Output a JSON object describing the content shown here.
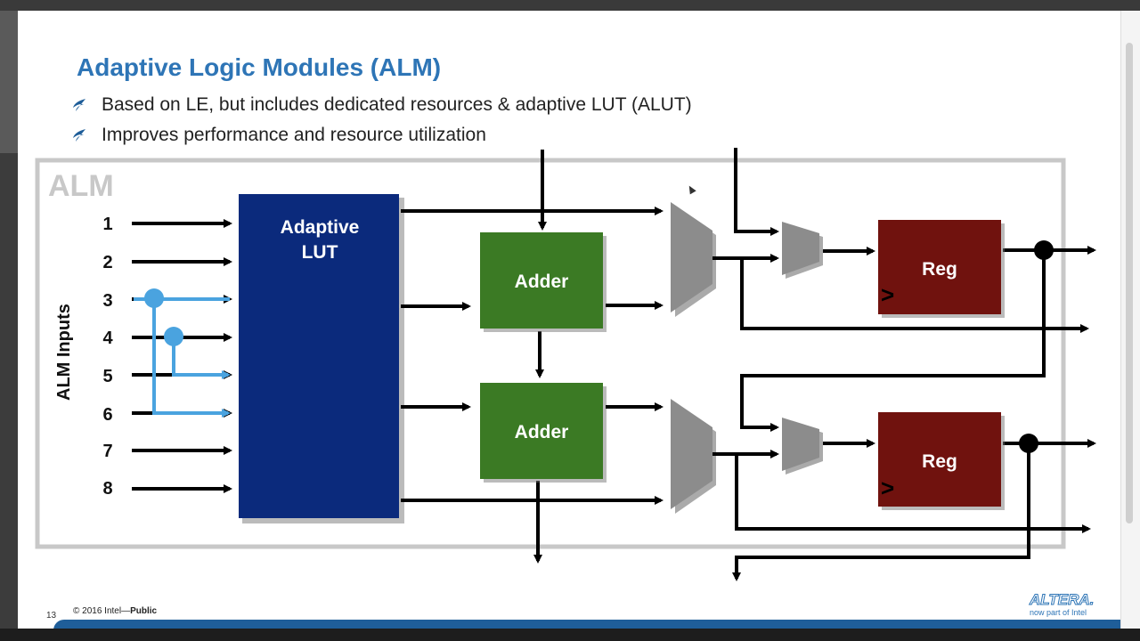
{
  "slide": {
    "title": "Adaptive Logic Modules (ALM)",
    "bullets": [
      "Based on LE, but includes dedicated resources & adaptive LUT (ALUT)",
      "Improves performance and resource utilization"
    ]
  },
  "diagram": {
    "frame_label": "ALM",
    "inputs_label": "ALM Inputs",
    "input_numbers": [
      "1",
      "2",
      "3",
      "4",
      "5",
      "6",
      "7",
      "8"
    ],
    "lut_label_line1": "Adaptive",
    "lut_label_line2": "LUT",
    "adder_top_label": "Adder",
    "adder_bottom_label": "Adder",
    "reg_top_label": "Reg",
    "reg_bottom_label": "Reg",
    "clock_symbol": ">",
    "colors": {
      "lut": "#0b2a7c",
      "adder": "#3b7a24",
      "reg": "#70120e",
      "mux": "#8c8c8c",
      "input_route": "#4aa3df",
      "frame": "#c8c8c8"
    }
  },
  "footer": {
    "page_number": "13",
    "copyright": "© 2016 Intel—",
    "classification": "Public",
    "brand": "ALTERA.",
    "brand_sub": "now part of Intel"
  }
}
